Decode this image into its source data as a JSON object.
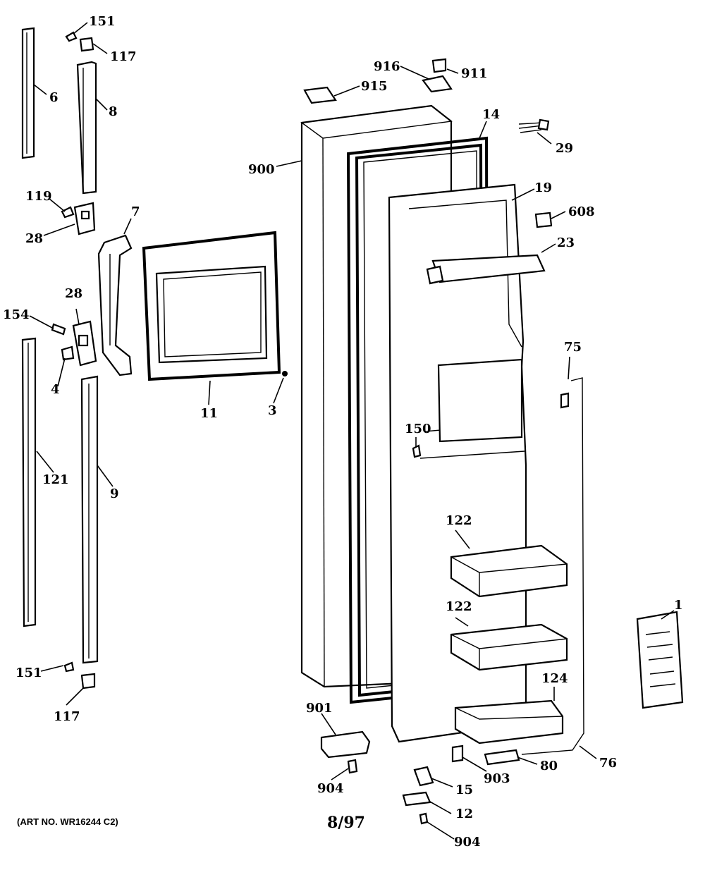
{
  "diagram": {
    "part_labels": {
      "p151a": "151",
      "p117a": "117",
      "p6": "6",
      "p8": "8",
      "p119": "119",
      "p28a": "28",
      "p7": "7",
      "p28b": "28",
      "p154": "154",
      "p4": "4",
      "p11": "11",
      "p3": "3",
      "p121": "121",
      "p9": "9",
      "p151b": "151",
      "p117b": "117",
      "p916": "916",
      "p911": "911",
      "p915": "915",
      "p14": "14",
      "p29": "29",
      "p900": "900",
      "p19": "19",
      "p608": "608",
      "p23": "23",
      "p75": "75",
      "p150": "150",
      "p122a": "122",
      "p122b": "122",
      "p124": "124",
      "p1": "1",
      "p901": "901",
      "p904a": "904",
      "p903": "903",
      "p80": "80",
      "p76": "76",
      "p15": "15",
      "p12": "12",
      "p904b": "904"
    },
    "art_number": "(ART NO. WR16244 C2)",
    "date_code": "8/97"
  }
}
